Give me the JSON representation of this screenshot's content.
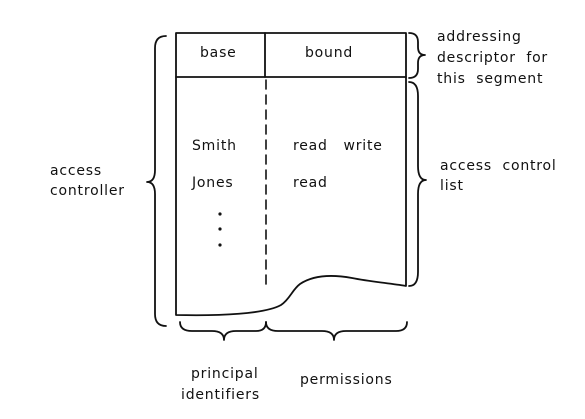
{
  "header": {
    "base": "base",
    "bound": "bound"
  },
  "entries": [
    {
      "principal": "Smith",
      "permissions": "read   write"
    },
    {
      "principal": "Jones",
      "permissions": "read"
    }
  ],
  "labels": {
    "addressing_descriptor": [
      "addressing",
      "descriptor  for",
      "this  segment"
    ],
    "access_controller": [
      "access",
      "controller"
    ],
    "access_control_list": [
      "access  control",
      "list"
    ],
    "principal_identifiers": [
      "principal",
      "identifiers"
    ],
    "permissions": "permissions"
  }
}
